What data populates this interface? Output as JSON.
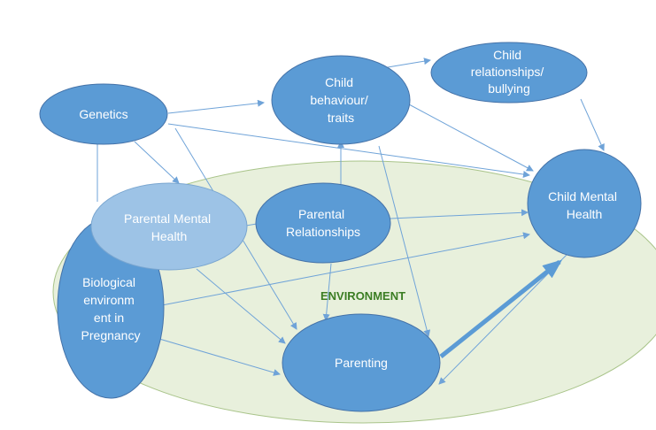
{
  "colors": {
    "node_fill": "#5b9bd5",
    "node_stroke": "#4472a8",
    "light_node_fill": "#9dc3e6",
    "environment_fill": "#e8f0dc",
    "environment_stroke": "#a9c48a",
    "arrow": "#6fa3d8",
    "environment_text": "#3b7d23"
  },
  "environment": {
    "label": "ENVIRONMENT"
  },
  "nodes": {
    "genetics": [
      "Genetics"
    ],
    "child_behaviour": [
      "Child",
      "behaviour/",
      "traits"
    ],
    "child_relationships": [
      "Child",
      "relationships/",
      "bullying"
    ],
    "child_mental_health": [
      "Child Mental",
      "Health"
    ],
    "parental_mental_health": [
      "Parental Mental",
      "Health"
    ],
    "parental_relationships": [
      "Parental",
      "Relationships"
    ],
    "biological_environment": [
      "Biological",
      "environm",
      "ent in",
      "Pregnancy"
    ],
    "parenting": [
      "Parenting"
    ]
  }
}
